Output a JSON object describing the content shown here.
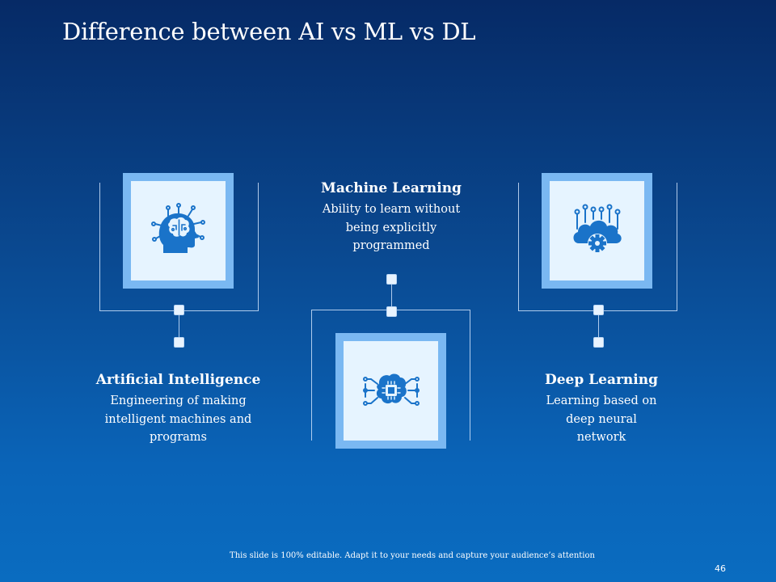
{
  "slide": {
    "title": "Difference between AI vs ML vs DL",
    "footer_note": "This slide is 100% editable. Adapt it to your needs and capture your audience’s attention",
    "page_number": "46"
  },
  "items": [
    {
      "heading": "Artificial Intelligence",
      "desc_lines": [
        "Engineering of making",
        "intelligent machines and",
        "programs"
      ],
      "icon": "brain-head-icon"
    },
    {
      "heading": "Machine Learning",
      "desc_lines": [
        "Ability to learn without",
        "being explicitly",
        "programmed"
      ],
      "icon": "brain-chip-icon"
    },
    {
      "heading": "Deep Learning",
      "desc_lines": [
        "Learning based on",
        "deep neural",
        "network"
      ],
      "icon": "cloud-gear-icon"
    }
  ],
  "colors": {
    "background_top": "#062a66",
    "background_bottom": "#0a6cc0",
    "frame_outer": "#7ab8f2",
    "frame_inner": "#e6f4ff",
    "icon": "#1a73c9"
  }
}
